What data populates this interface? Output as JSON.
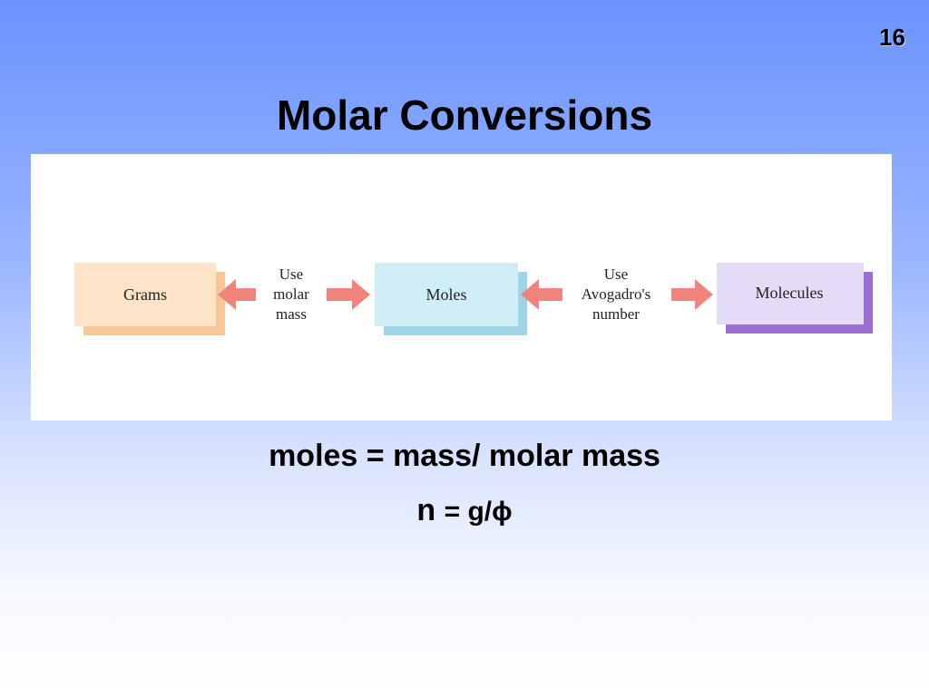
{
  "slide": {
    "number": "16",
    "title": "Molar Conversions"
  },
  "diagram": {
    "boxes": {
      "grams": "Grams",
      "moles": "Moles",
      "molecules": "Molecules"
    },
    "connector_left": [
      "Use",
      "molar",
      "mass"
    ],
    "connector_right": [
      "Use",
      "Avogadro's",
      "number"
    ],
    "colors": {
      "grams_fill": "#fde3c8",
      "grams_shadow": "#f7c79a",
      "moles_fill": "#cfeef5",
      "moles_shadow": "#9fd3e6",
      "molecules_fill": "#e4dcf7",
      "molecules_shadow": "#9b6fd3",
      "arrow": "#f0837a"
    }
  },
  "formulas": {
    "line1": "moles = mass/ molar mass",
    "line2_left": "n",
    "line2_right": "= g/ϕ"
  }
}
